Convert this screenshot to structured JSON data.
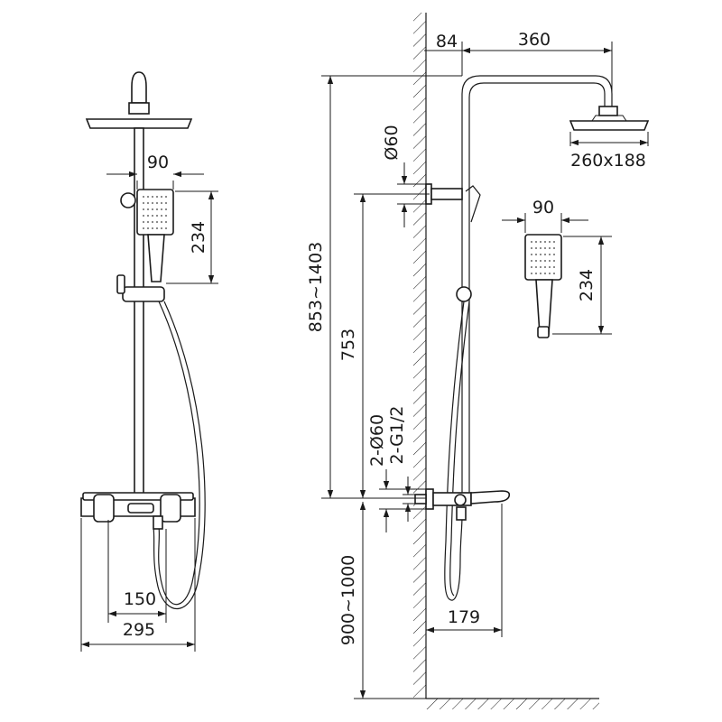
{
  "dimensions": {
    "wall_offset": "84",
    "arm_reach": "360",
    "wall_pipe_dia": "Ø60",
    "head_size": "260x188",
    "hand_width_right": "90",
    "hand_height_right": "234",
    "hand_width_left": "90",
    "hand_height_left": "234",
    "total_height_range": "853~1403",
    "rail_height": "753",
    "inlet_dia": "2-Ø60",
    "inlet_thread": "2-G1/2",
    "install_height": "900~1000",
    "spout_depth": "179",
    "inlet_centres": "150",
    "mixer_width": "295"
  }
}
